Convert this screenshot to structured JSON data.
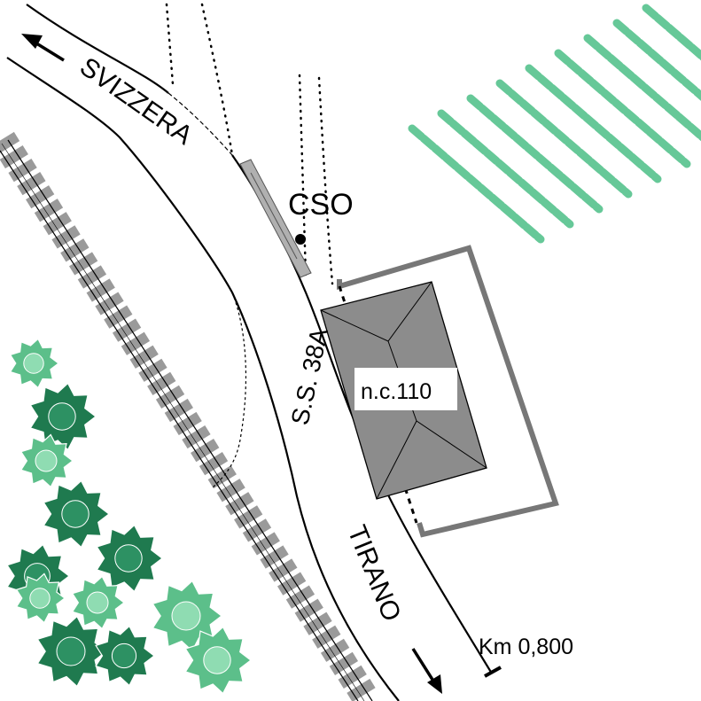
{
  "map": {
    "labels": {
      "north_direction": "SVIZZERA",
      "south_direction": "TIRANO",
      "road": "S.S. 38A",
      "building": "n.c.110",
      "point": "CSO",
      "milestone": "Km 0,800"
    },
    "colors": {
      "vineyard": "#66c898",
      "building": "#8c8c8c",
      "rail": "#9a9a9a",
      "tree_dark": "#1f7a4f",
      "tree_light": "#5cbf8a"
    }
  }
}
